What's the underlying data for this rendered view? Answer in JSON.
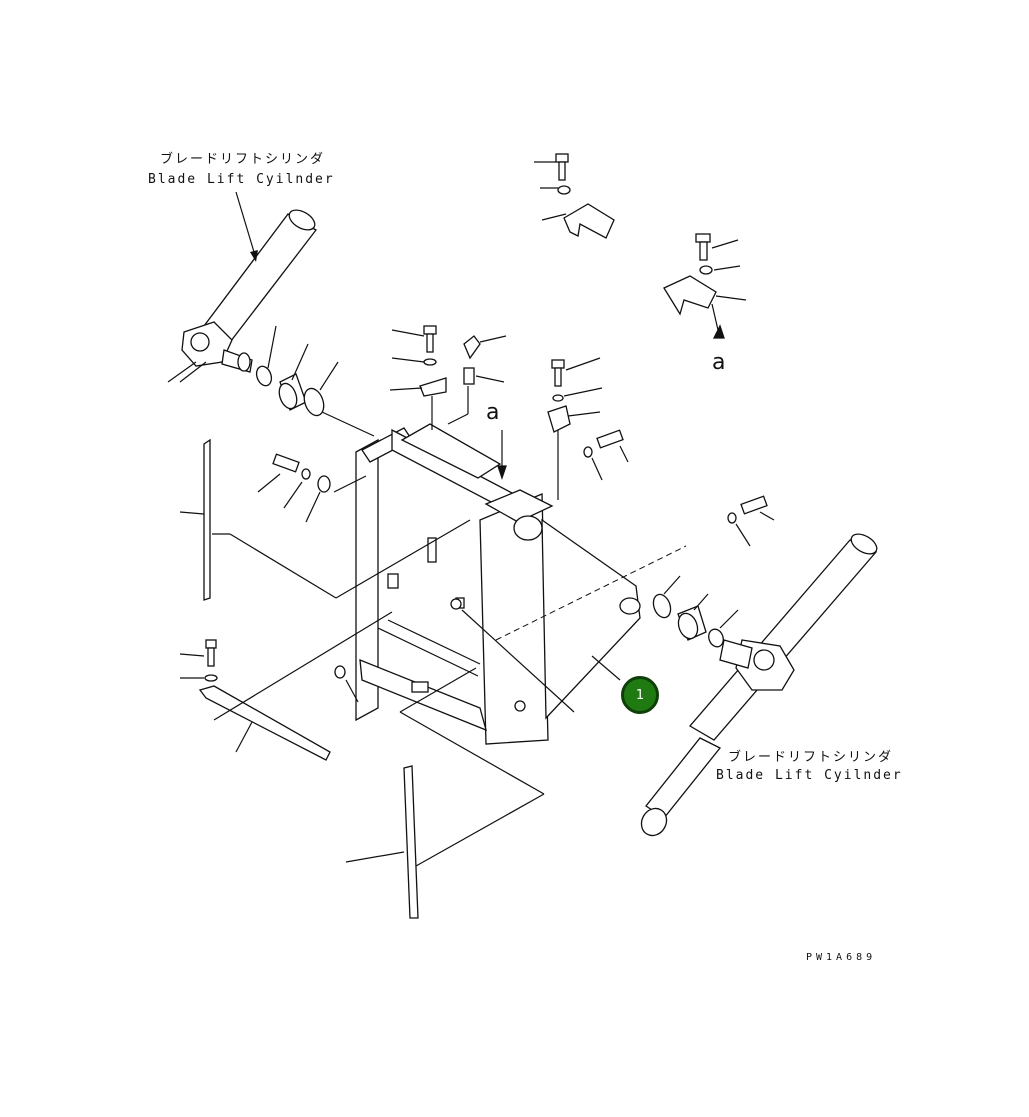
{
  "labels": {
    "cyl_left_jp": "ブレードリフトシリンダ",
    "cyl_left_en": "Blade Lift Cyilnder",
    "cyl_right_jp": "ブレードリフトシリンダ",
    "cyl_right_en": "Blade Lift Cyilnder",
    "ref_a_top": "a",
    "ref_a_mid": "a",
    "drawing_code": "PW1A689"
  },
  "callouts": [
    {
      "number": "1",
      "color": "#1f7a12"
    }
  ]
}
